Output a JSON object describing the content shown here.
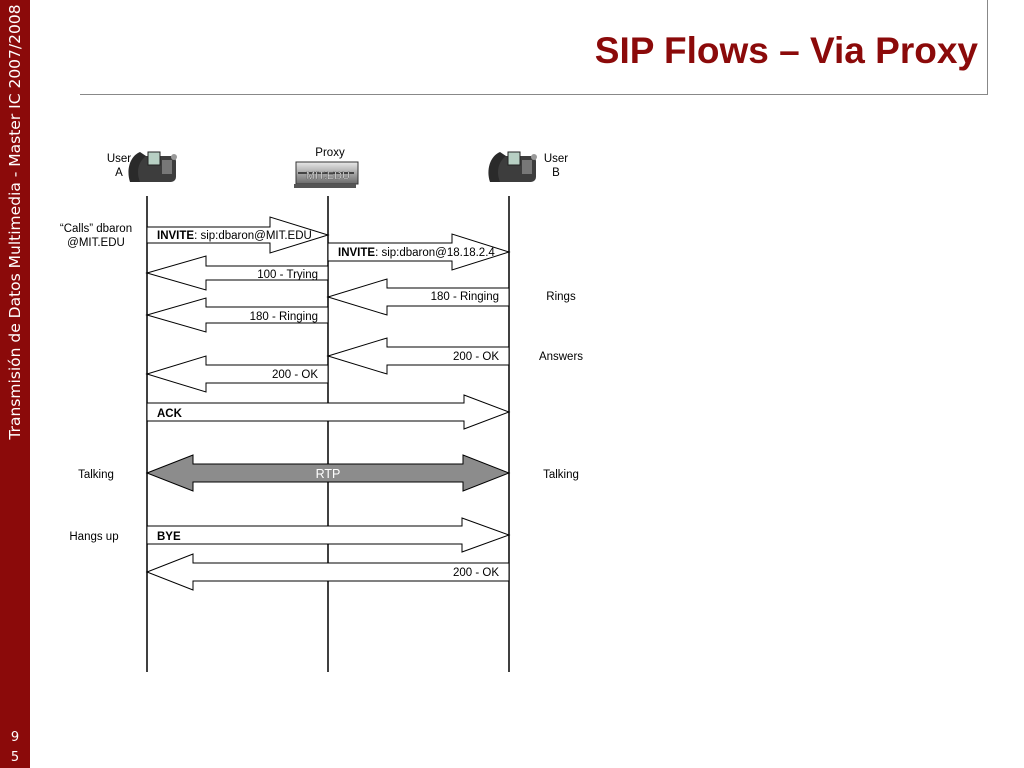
{
  "sidebar": {
    "text": "Transmisión de Datos Multimedia - Master IC 2007/2008",
    "page_digits": [
      "9",
      "5"
    ]
  },
  "header": {
    "title": "SIP Flows – Via Proxy"
  },
  "actors": {
    "user_a": {
      "line1": "User",
      "line2": "A",
      "icon": "telephone-icon"
    },
    "proxy": {
      "label": "Proxy",
      "device_text": "MIT.EDU",
      "icon": "server-icon"
    },
    "user_b": {
      "line1": "User",
      "line2": "B",
      "icon": "telephone-icon"
    }
  },
  "side_notes": {
    "calls_line1": "“Calls” dbaron",
    "calls_line2": "@MIT.EDU",
    "rings": "Rings",
    "answers": "Answers",
    "talking_a": "Talking",
    "talking_b": "Talking",
    "hangs_up": "Hangs up"
  },
  "messages": {
    "invite_1": {
      "method": "INVITE",
      "rest": ": sip:dbaron@MIT.EDU"
    },
    "invite_2": {
      "method": "INVITE",
      "rest": ": sip:dbaron@18.18.2.4"
    },
    "trying": "100 - Trying",
    "ringing_b": "180 - Ringing",
    "ringing_a": "180 - Ringing",
    "ok_b": "200 - OK",
    "ok_a": "200 - OK",
    "ack": "ACK",
    "rtp": "RTP",
    "bye": "BYE",
    "ok_bye": "200 - OK"
  }
}
